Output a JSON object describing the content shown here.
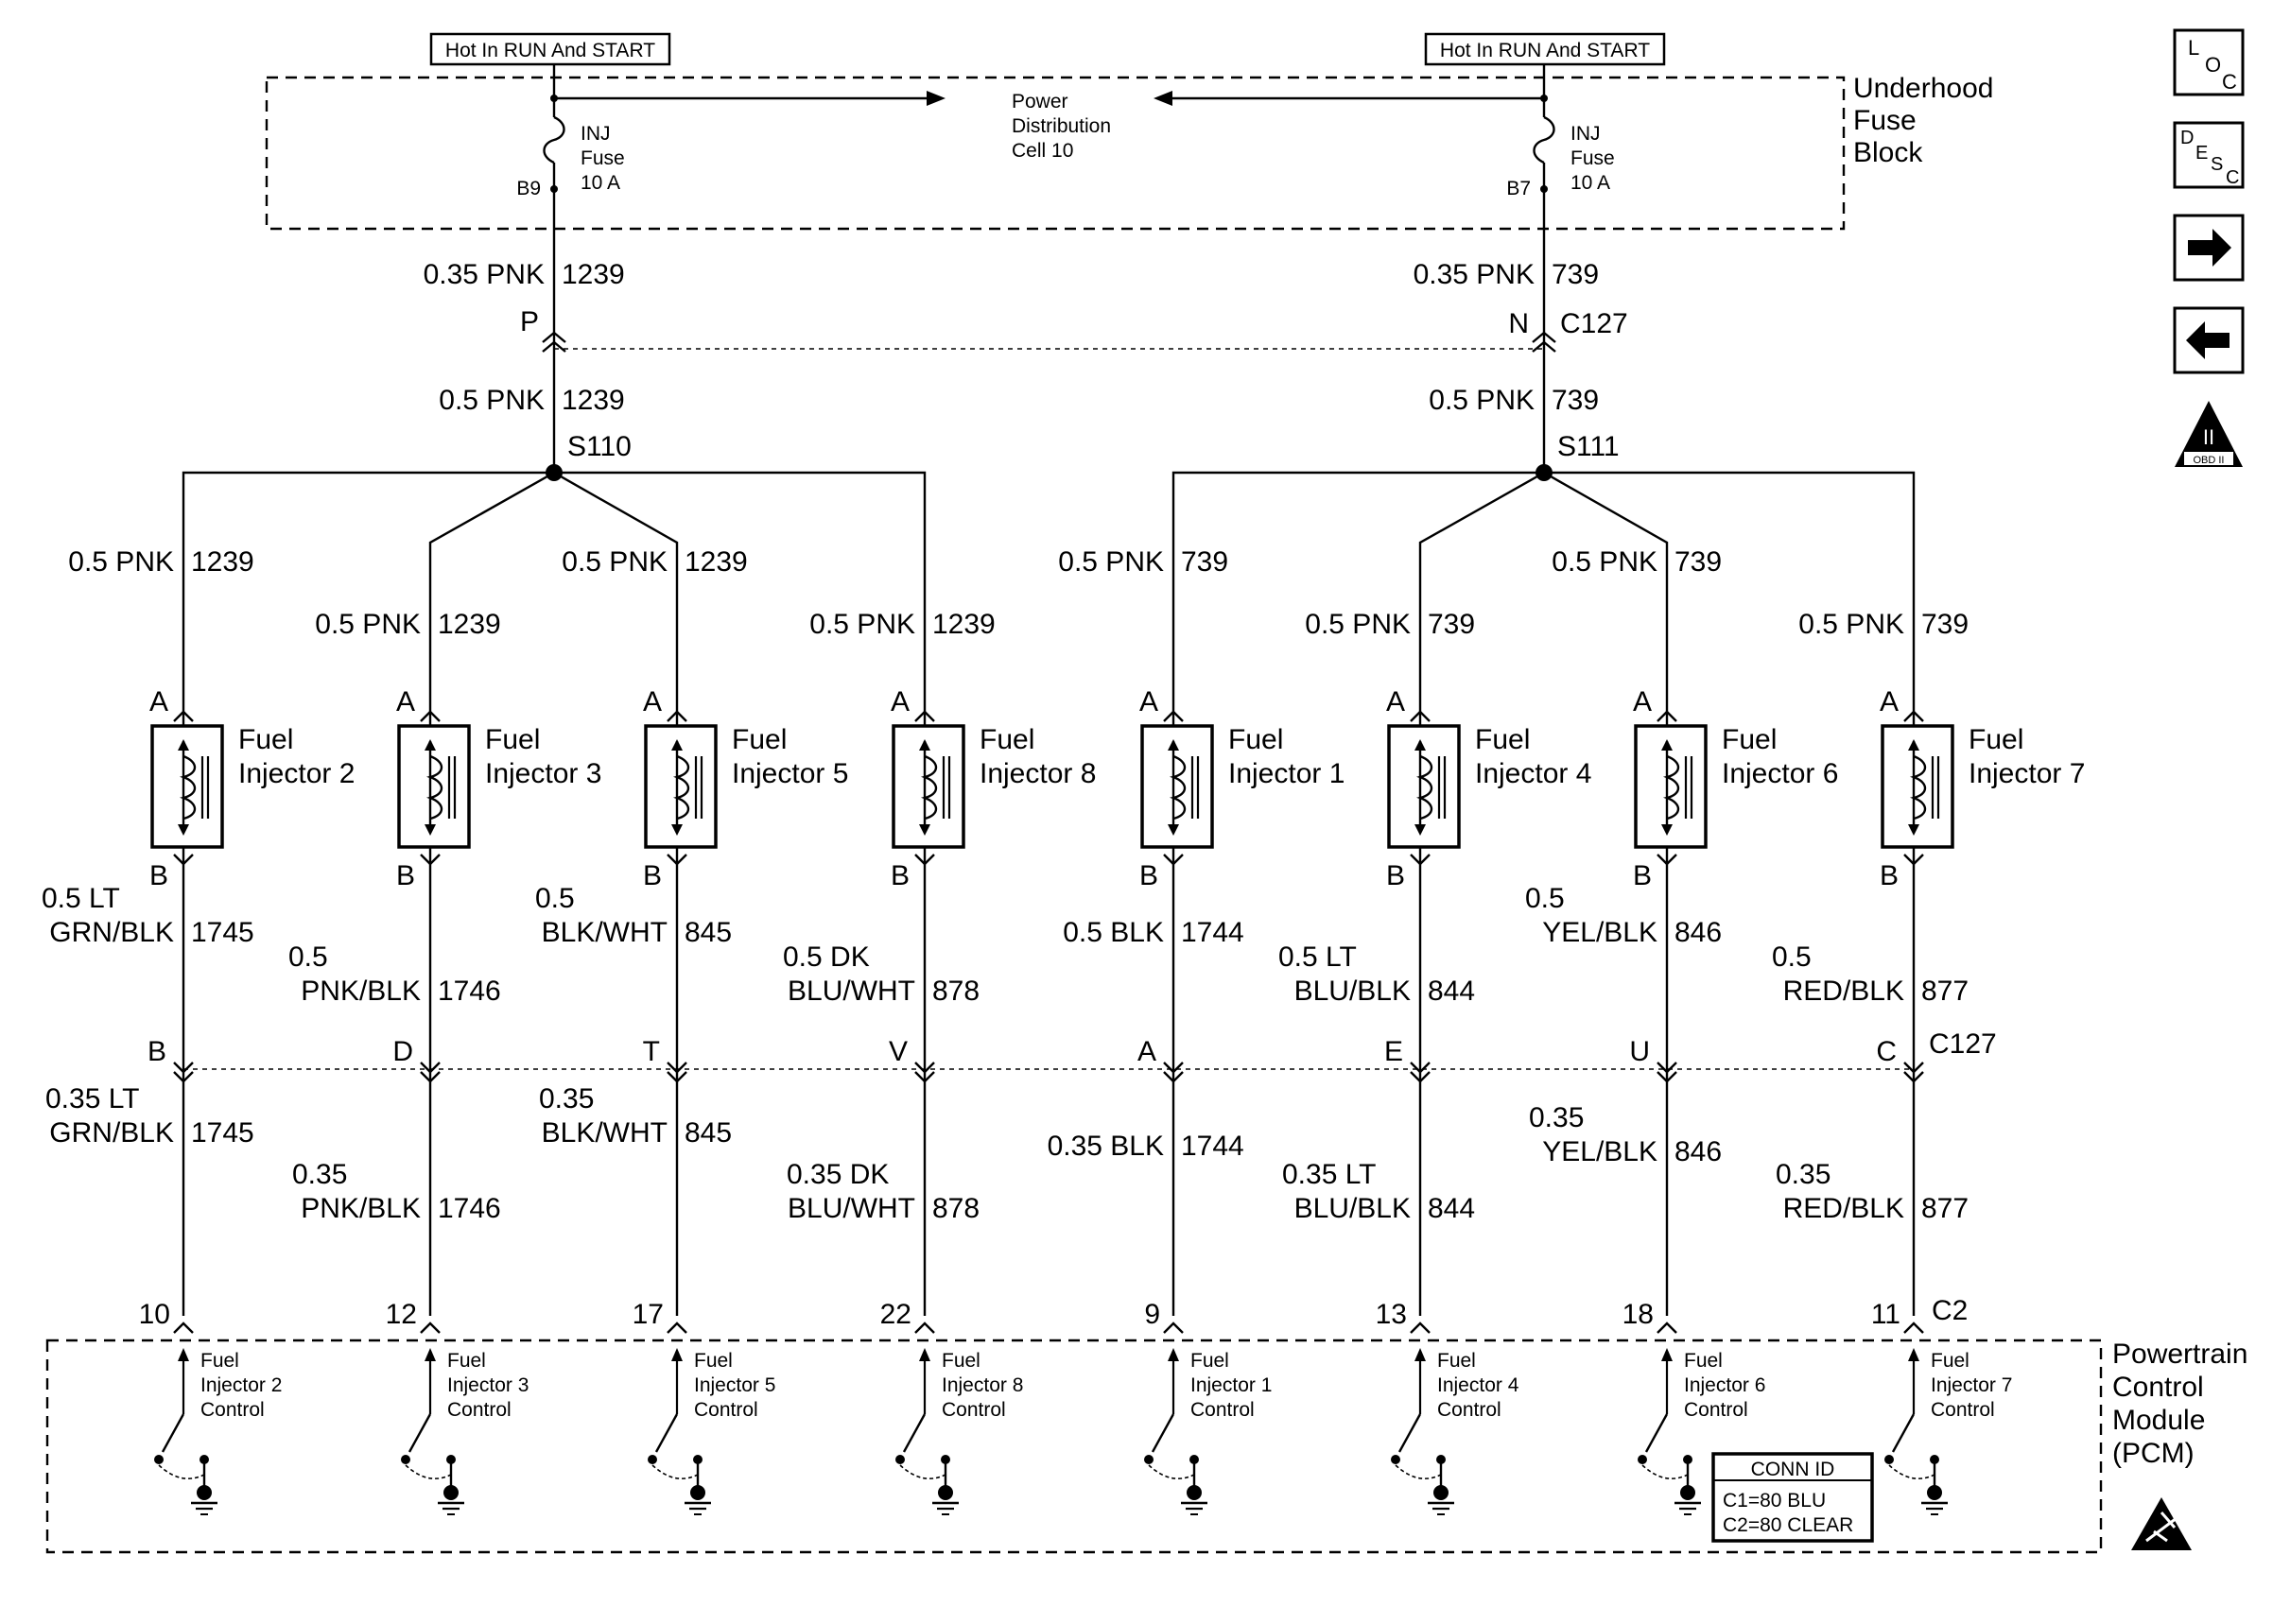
{
  "underhood": {
    "title_lines": [
      "Underhood",
      "Fuse",
      "Block"
    ],
    "hot_left": "Hot In RUN And START",
    "hot_right": "Hot In RUN And START",
    "power_lines": [
      "Power",
      "Distribution",
      "Cell 10"
    ],
    "fuse_left": {
      "lines": [
        "INJ",
        "Fuse",
        "10 A"
      ],
      "pin": "B9"
    },
    "fuse_right": {
      "lines": [
        "INJ",
        "Fuse",
        "10 A"
      ],
      "pin": "B7"
    }
  },
  "feed_left": {
    "upper": {
      "size": "0.35 PNK",
      "circuit": "1239"
    },
    "pin": "P",
    "lower": {
      "size": "0.5 PNK",
      "circuit": "1239"
    },
    "splice": "S110"
  },
  "feed_right": {
    "upper": {
      "size": "0.35 PNK",
      "circuit": "739"
    },
    "pin": "N",
    "connector": "C127",
    "lower": {
      "size": "0.5 PNK",
      "circuit": "739"
    },
    "splice": "S111"
  },
  "injectors": [
    {
      "name": [
        "Fuel",
        "Injector 2"
      ],
      "pin_a": "A",
      "pin_b": "B",
      "supply": {
        "size": "0.5 PNK",
        "circuit": "1239"
      },
      "upper": {
        "size": [
          "0.5 LT",
          "GRN/BLK"
        ],
        "circuit": "1745"
      },
      "c127_pin": "B",
      "lower": {
        "size": [
          "0.35 LT",
          "GRN/BLK"
        ],
        "circuit": "1745"
      },
      "pcm_pin": "10",
      "control": [
        "Fuel",
        "Injector 2",
        "Control"
      ]
    },
    {
      "name": [
        "Fuel",
        "Injector 3"
      ],
      "pin_a": "A",
      "pin_b": "B",
      "supply": {
        "size": "0.5 PNK",
        "circuit": "1239"
      },
      "upper": {
        "size": [
          "0.5",
          "PNK/BLK"
        ],
        "circuit": "1746"
      },
      "c127_pin": "D",
      "lower": {
        "size": [
          "0.35",
          "PNK/BLK"
        ],
        "circuit": "1746"
      },
      "pcm_pin": "12",
      "control": [
        "Fuel",
        "Injector 3",
        "Control"
      ]
    },
    {
      "name": [
        "Fuel",
        "Injector 5"
      ],
      "pin_a": "A",
      "pin_b": "B",
      "supply": {
        "size": "0.5 PNK",
        "circuit": "1239"
      },
      "upper": {
        "size": [
          "0.5",
          "BLK/WHT"
        ],
        "circuit": "845"
      },
      "c127_pin": "T",
      "lower": {
        "size": [
          "0.35",
          "BLK/WHT"
        ],
        "circuit": "845"
      },
      "pcm_pin": "17",
      "control": [
        "Fuel",
        "Injector 5",
        "Control"
      ]
    },
    {
      "name": [
        "Fuel",
        "Injector 8"
      ],
      "pin_a": "A",
      "pin_b": "B",
      "supply": {
        "size": "0.5 PNK",
        "circuit": "1239"
      },
      "upper": {
        "size": [
          "0.5 DK",
          "BLU/WHT"
        ],
        "circuit": "878"
      },
      "c127_pin": "V",
      "lower": {
        "size": [
          "0.35 DK",
          "BLU/WHT"
        ],
        "circuit": "878"
      },
      "pcm_pin": "22",
      "control": [
        "Fuel",
        "Injector 8",
        "Control"
      ]
    },
    {
      "name": [
        "Fuel",
        "Injector 1"
      ],
      "pin_a": "A",
      "pin_b": "B",
      "supply": {
        "size": "0.5 PNK",
        "circuit": "739"
      },
      "upper": {
        "size": [
          "0.5 BLK"
        ],
        "circuit": "1744"
      },
      "c127_pin": "A",
      "lower": {
        "size": [
          "0.35 BLK"
        ],
        "circuit": "1744"
      },
      "pcm_pin": "9",
      "control": [
        "Fuel",
        "Injector 1",
        "Control"
      ]
    },
    {
      "name": [
        "Fuel",
        "Injector 4"
      ],
      "pin_a": "A",
      "pin_b": "B",
      "supply": {
        "size": "0.5 PNK",
        "circuit": "739"
      },
      "upper": {
        "size": [
          "0.5 LT",
          "BLU/BLK"
        ],
        "circuit": "844"
      },
      "c127_pin": "E",
      "lower": {
        "size": [
          "0.35 LT",
          "BLU/BLK"
        ],
        "circuit": "844"
      },
      "pcm_pin": "13",
      "control": [
        "Fuel",
        "Injector 4",
        "Control"
      ]
    },
    {
      "name": [
        "Fuel",
        "Injector 6"
      ],
      "pin_a": "A",
      "pin_b": "B",
      "supply": {
        "size": "0.5 PNK",
        "circuit": "739"
      },
      "upper": {
        "size": [
          "0.5",
          "YEL/BLK"
        ],
        "circuit": "846"
      },
      "c127_pin": "U",
      "lower": {
        "size": [
          "0.35",
          "YEL/BLK"
        ],
        "circuit": "846"
      },
      "pcm_pin": "18",
      "control": [
        "Fuel",
        "Injector 6",
        "Control"
      ]
    },
    {
      "name": [
        "Fuel",
        "Injector 7"
      ],
      "pin_a": "A",
      "pin_b": "B",
      "supply": {
        "size": "0.5 PNK",
        "circuit": "739"
      },
      "upper": {
        "size": [
          "0.5",
          "RED/BLK"
        ],
        "circuit": "877"
      },
      "c127_pin": "C",
      "lower": {
        "size": [
          "0.35",
          "RED/BLK"
        ],
        "circuit": "877"
      },
      "pcm_pin": "11",
      "control": [
        "Fuel",
        "Injector 7",
        "Control"
      ]
    }
  ],
  "connectors": {
    "c127": "C127",
    "c2": "C2"
  },
  "pcm": {
    "title_lines": [
      "Powertrain",
      "Control",
      "Module",
      "(PCM)"
    ],
    "conn_id": {
      "title": "CONN ID",
      "lines": [
        "C1=80 BLU",
        "C2=80 CLEAR"
      ]
    }
  },
  "nav": {
    "loc": {
      "l": "L",
      "o": "O",
      "c": "C"
    },
    "desc": {
      "d": "D",
      "e": "E",
      "s": "S",
      "c": "C"
    },
    "next_icon": "arrow-right-icon",
    "prev_icon": "arrow-left-icon",
    "obd": {
      "roman": "II",
      "label": "OBD II"
    }
  }
}
